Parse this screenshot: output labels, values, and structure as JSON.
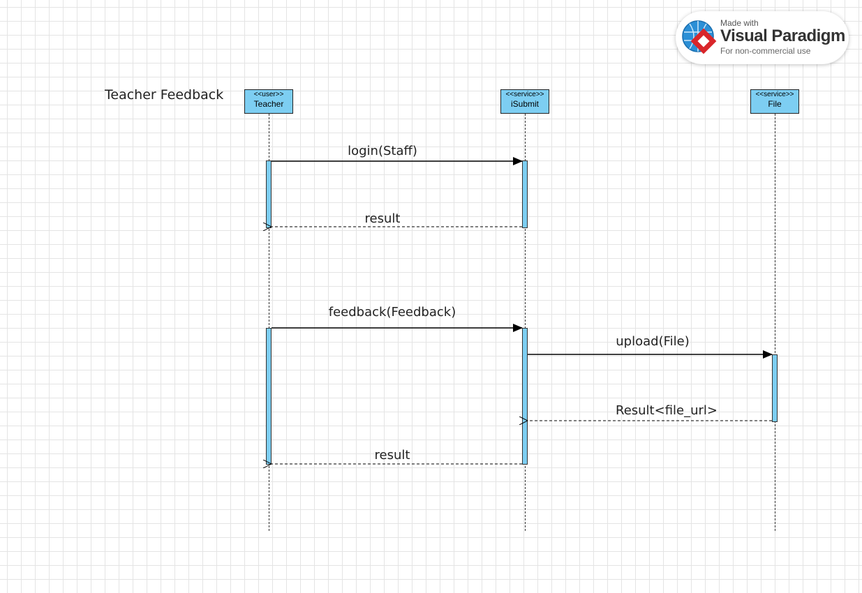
{
  "diagram": {
    "title": "Teacher Feedback",
    "lifelines": [
      {
        "stereotype": "<<user>>",
        "name": "Teacher"
      },
      {
        "stereotype": "<<service>>",
        "name": "iSubmit"
      },
      {
        "stereotype": "<<service>>",
        "name": "File"
      }
    ],
    "messages": [
      {
        "label": "login(Staff)",
        "from": "Teacher",
        "to": "iSubmit",
        "kind": "call"
      },
      {
        "label": "result",
        "from": "iSubmit",
        "to": "Teacher",
        "kind": "return"
      },
      {
        "label": "feedback(Feedback)",
        "from": "Teacher",
        "to": "iSubmit",
        "kind": "call"
      },
      {
        "label": "upload(File)",
        "from": "iSubmit",
        "to": "File",
        "kind": "call"
      },
      {
        "label": "Result<file_url>",
        "from": "File",
        "to": "iSubmit",
        "kind": "return"
      },
      {
        "label": "result",
        "from": "iSubmit",
        "to": "Teacher",
        "kind": "return"
      }
    ]
  },
  "watermark": {
    "made_with": "Made with",
    "brand": "Visual Paradigm",
    "note": "For non-commercial use"
  },
  "colors": {
    "lifeline_fill": "#7dcef2",
    "grid": "#e4e4e4",
    "line": "#000000"
  }
}
